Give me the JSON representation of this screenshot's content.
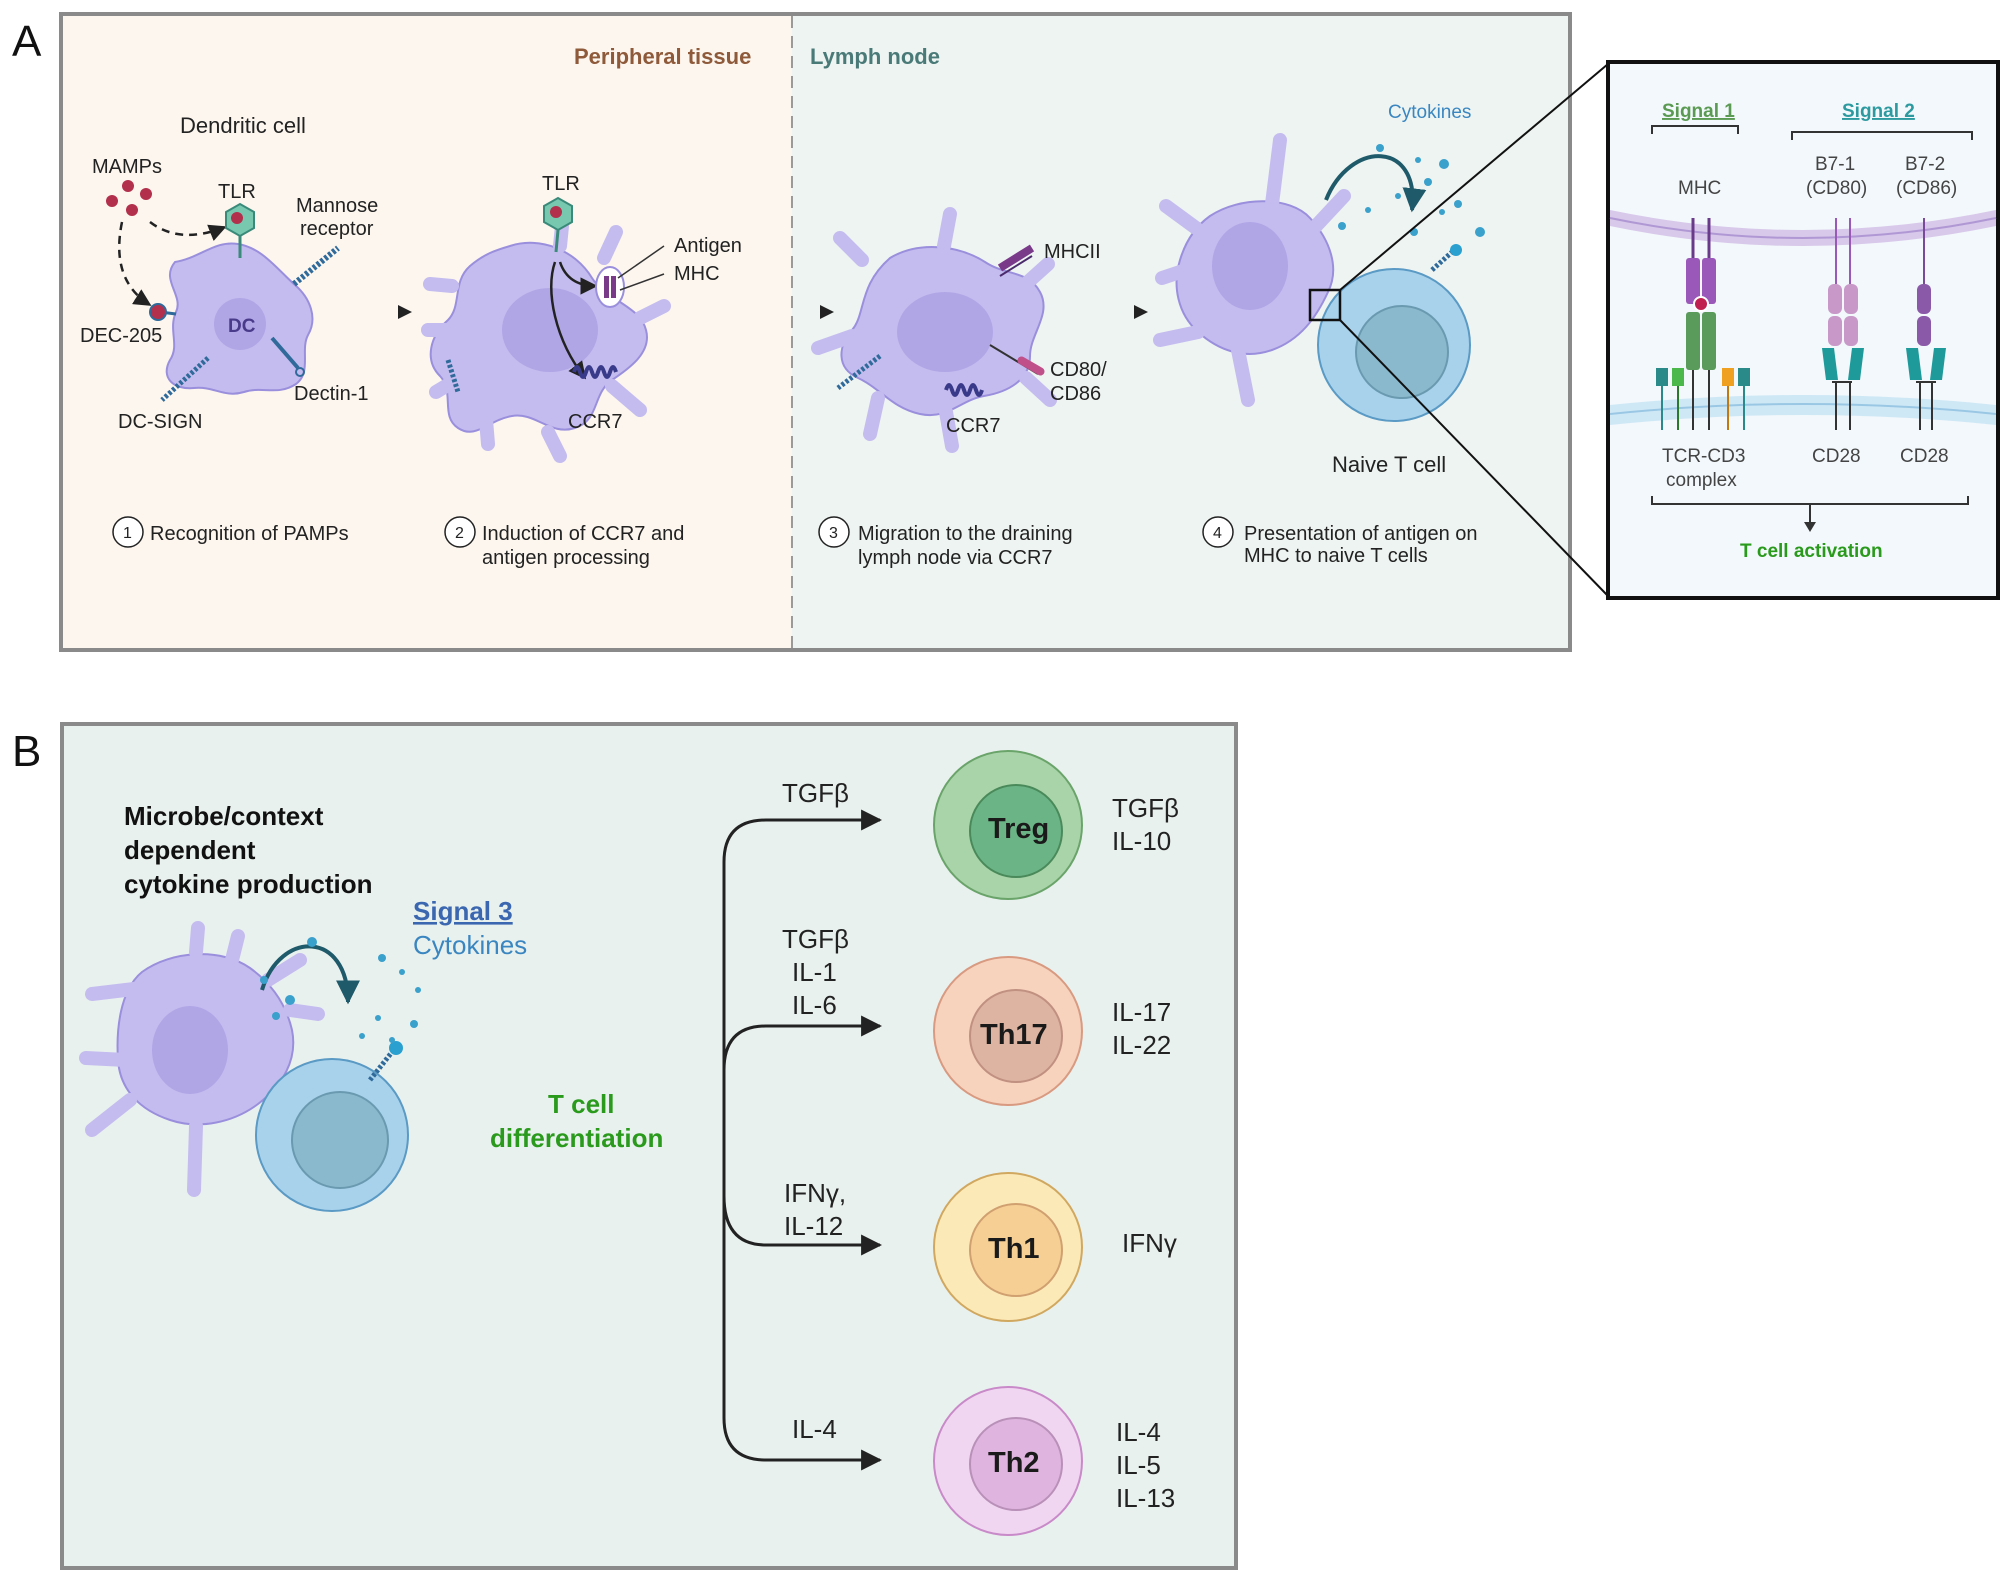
{
  "panel_a": {
    "letter": "A",
    "region_peripheral": "Peripheral tissue",
    "region_lymph": "Lymph node",
    "dendritic_cell": "Dendritic cell",
    "mamps": "MAMPs",
    "tlr": "TLR",
    "mannose_receptor_1": "Mannose",
    "mannose_receptor_2": "receptor",
    "dc": "DC",
    "dec205": "DEC-205",
    "dc_sign": "DC-SIGN",
    "dectin1": "Dectin-1",
    "tlr2": "TLR",
    "antigen": "Antigen",
    "mhc": "MHC",
    "ccr7_a": "CCR7",
    "mhcii": "MHCII",
    "cd80_1": "CD80/",
    "cd80_2": "CD86",
    "ccr7_b": "CCR7",
    "cytokines": "Cytokines",
    "naive_t_cell": "Naive T cell",
    "steps": [
      {
        "num": "1",
        "line1": "Recognition of PAMPs",
        "line2": ""
      },
      {
        "num": "2",
        "line1": "Induction of CCR7 and",
        "line2": "antigen processing"
      },
      {
        "num": "3",
        "line1": "Migration to the draining",
        "line2": "lymph node via CCR7"
      },
      {
        "num": "4",
        "line1": "Presentation of antigen on",
        "line2": "MHC to naive T cells"
      }
    ]
  },
  "inset": {
    "signal1": "Signal 1",
    "signal2": "Signal 2",
    "mhc": "MHC",
    "b71_1": "B7-1",
    "b71_2": "(CD80)",
    "b72_1": "B7-2",
    "b72_2": "(CD86)",
    "tcr_1": "TCR-CD3",
    "tcr_2": "complex",
    "cd28_a": "CD28",
    "cd28_b": "CD28",
    "activation": "T cell activation"
  },
  "panel_b": {
    "letter": "B",
    "title_1": "Microbe/context",
    "title_2": "dependent",
    "title_3": "cytokine production",
    "signal3": "Signal 3",
    "cytokines": "Cytokines",
    "diff_1": "T cell",
    "diff_2": "differentiation",
    "branches": [
      {
        "inducers": [
          "TGFβ"
        ],
        "cell": "Treg",
        "products": [
          "TGFβ",
          "IL-10"
        ]
      },
      {
        "inducers": [
          "TGFβ",
          "IL-1",
          "IL-6"
        ],
        "cell": "Th17",
        "products": [
          "IL-17",
          "IL-22"
        ]
      },
      {
        "inducers": [
          "IFNγ,",
          "IL-12"
        ],
        "cell": "Th1",
        "products": [
          "IFNγ"
        ]
      },
      {
        "inducers": [
          "IL-4"
        ],
        "cell": "Th2",
        "products": [
          "IL-4",
          "IL-5",
          "IL-13"
        ]
      }
    ]
  },
  "colors": {
    "peripheral_bg": "#fcf6ef",
    "lymph_bg": "#eef4f2",
    "panel_b_bg": "#e9f1ef",
    "dc_fill": "#c4bcef",
    "t_cell_fill": "#a8d2ec",
    "peripheral_title": "#8e5a3a",
    "lymph_title": "#4a7a78",
    "green_text": "#2a9a1c",
    "signal1": "#5a9a52",
    "signal2": "#2d9aa0",
    "signal3": "#3a67b0",
    "cytokine_blue": "#3a86c0",
    "treg_outer": "#a9d3a9",
    "treg_inner": "#6bb486",
    "th17_outer": "#f7d2bd",
    "th17_inner": "#ddb3a1",
    "th1_outer": "#fce9b8",
    "th1_inner": "#f6cf94",
    "th2_outer": "#f1d6f1",
    "th2_inner": "#dfb5df"
  }
}
